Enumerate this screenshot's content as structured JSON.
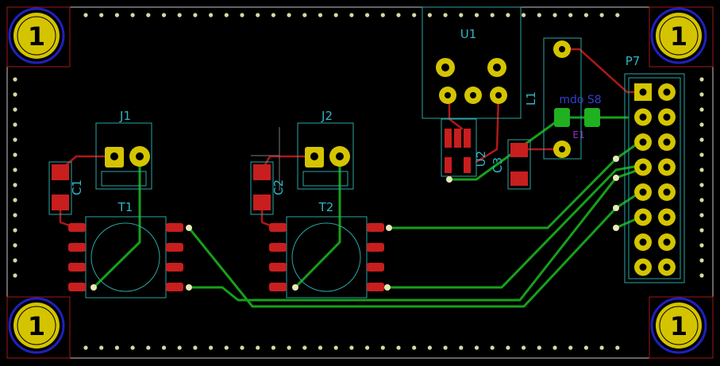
{
  "board": {
    "background": "#000000",
    "outline_color": "#c8c8c8",
    "dot_color": "#d8d8a0"
  },
  "mounting_holes": {
    "label": "1",
    "pad_color": "#d4c400",
    "ring_color": "#2020c0"
  },
  "components": {
    "u1": {
      "ref": "U1"
    },
    "j1": {
      "ref": "J1"
    },
    "j2": {
      "ref": "J2"
    },
    "c1": {
      "ref": "C1"
    },
    "c2": {
      "ref": "C2"
    },
    "c3": {
      "ref": "C3"
    },
    "t1": {
      "ref": "T1"
    },
    "t2": {
      "ref": "T2"
    },
    "l1": {
      "ref": "L1"
    },
    "p7": {
      "ref": "P7"
    },
    "u2": {
      "ref": "U2"
    },
    "net_label": {
      "text": "mdo S8"
    },
    "l1_small": {
      "text": "E1"
    }
  },
  "colors": {
    "silkscreen": "#2aa6a6",
    "copper_front": "#c81e1e",
    "copper_back": "#16a01a",
    "through_hole_pad": "#d4c400",
    "green_pad": "#20b020"
  }
}
